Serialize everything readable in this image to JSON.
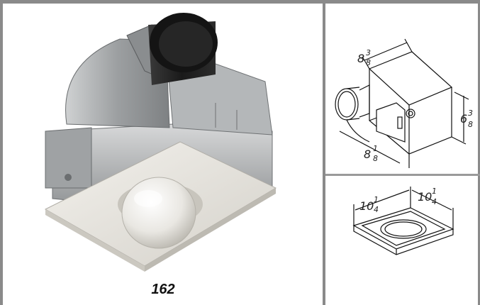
{
  "model_label": "162",
  "dimensions": {
    "housing_length": {
      "whole": "8",
      "num": "3",
      "den": "8"
    },
    "housing_height": {
      "whole": "6",
      "num": "3",
      "den": "8"
    },
    "housing_width": {
      "whole": "8",
      "num": "1",
      "den": "8"
    },
    "grille_width": {
      "whole": "10",
      "num": "1",
      "den": "4"
    },
    "grille_depth": {
      "whole": "10",
      "num": "1",
      "den": "4"
    }
  },
  "colors": {
    "border": "#8a8a8a",
    "grille": "#e8e6e0",
    "duct": "#1e1e1e",
    "housing": "#a9acae"
  }
}
